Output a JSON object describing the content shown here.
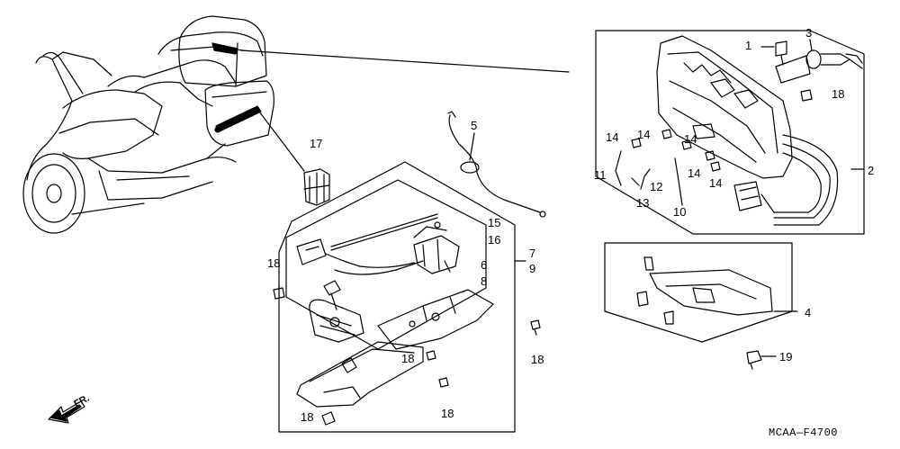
{
  "diagram": {
    "code": "MCAA—F4700",
    "direction_label": "FR.",
    "callouts": [
      {
        "id": "c1",
        "text": "1"
      },
      {
        "id": "c2",
        "text": "2"
      },
      {
        "id": "c3",
        "text": "3"
      },
      {
        "id": "c4",
        "text": "4"
      },
      {
        "id": "c5",
        "text": "5"
      },
      {
        "id": "c6",
        "text": "6"
      },
      {
        "id": "c7",
        "text": "7"
      },
      {
        "id": "c8",
        "text": "8"
      },
      {
        "id": "c9",
        "text": "9"
      },
      {
        "id": "c10",
        "text": "10"
      },
      {
        "id": "c11",
        "text": "11"
      },
      {
        "id": "c12",
        "text": "12"
      },
      {
        "id": "c13",
        "text": "13"
      },
      {
        "id": "c14a",
        "text": "14"
      },
      {
        "id": "c14b",
        "text": "14"
      },
      {
        "id": "c14c",
        "text": "14"
      },
      {
        "id": "c14d",
        "text": "14"
      },
      {
        "id": "c14e",
        "text": "14"
      },
      {
        "id": "c15",
        "text": "15"
      },
      {
        "id": "c16",
        "text": "16"
      },
      {
        "id": "c17",
        "text": "17"
      },
      {
        "id": "c18a",
        "text": "18"
      },
      {
        "id": "c18b",
        "text": "18"
      },
      {
        "id": "c18c",
        "text": "18"
      },
      {
        "id": "c18d",
        "text": "18"
      },
      {
        "id": "c18e",
        "text": "18"
      },
      {
        "id": "c18f",
        "text": "18"
      },
      {
        "id": "c19",
        "text": "19"
      }
    ]
  }
}
